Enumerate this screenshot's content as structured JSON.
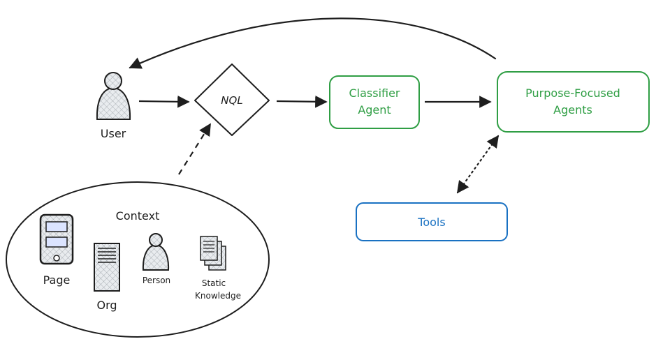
{
  "nodes": {
    "user": {
      "label": "User"
    },
    "nql": {
      "label": "NQL"
    },
    "classifier": {
      "line1": "Classifier",
      "line2": "Agent"
    },
    "purpose": {
      "line1": "Purpose-Focused",
      "line2": "Agents"
    },
    "tools": {
      "label": "Tools"
    }
  },
  "context": {
    "title": "Context",
    "items": {
      "page": "Page",
      "org": "Org",
      "person": "Person",
      "static_line1": "Static",
      "static_line2": "Knowledge"
    }
  },
  "colors": {
    "ink": "#1e1e1e",
    "agent_green": "#2f9e44",
    "tools_blue": "#1971c2",
    "icon_fill": "#e9ecef"
  },
  "icons": [
    "user-icon",
    "page-icon",
    "org-icon",
    "person-icon",
    "static-knowledge-icon"
  ]
}
